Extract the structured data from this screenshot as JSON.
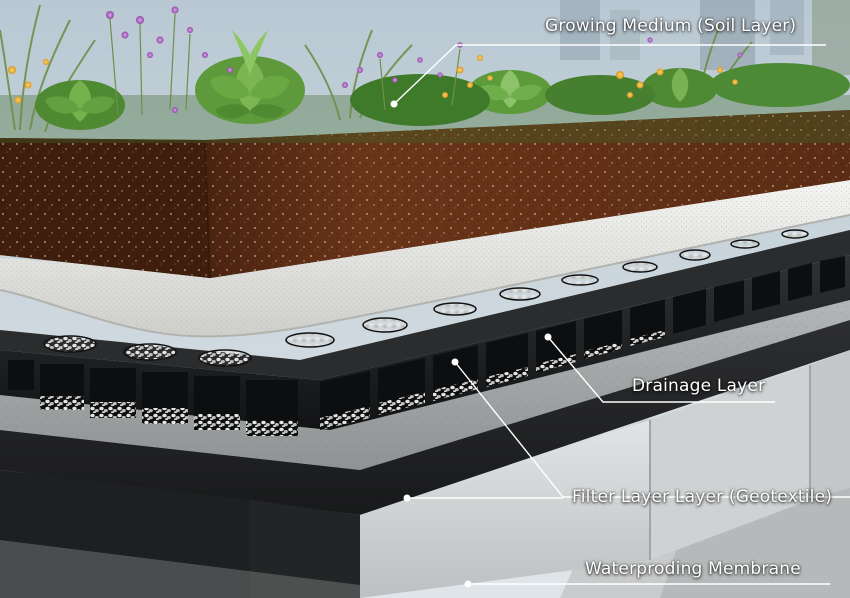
{
  "diagram": {
    "callouts": [
      {
        "id": "growing",
        "label": "Growing Medium (Soil Layer)"
      },
      {
        "id": "drainage",
        "label": "Drainage Layer"
      },
      {
        "id": "filter",
        "label": "Filter Layer Layer (Geotextile)"
      },
      {
        "id": "membrane",
        "label": "Waterproding Membrane"
      }
    ],
    "colors": {
      "soil": "#5a2c17",
      "geotextile": "#ececea",
      "drainage_tray": "#1d1f21",
      "gravel": "#d8d8d6",
      "concrete": "#d9dbdc",
      "membrane": "#262728",
      "plants": "#4f8a3a",
      "sky": "#c6d3dc"
    }
  }
}
